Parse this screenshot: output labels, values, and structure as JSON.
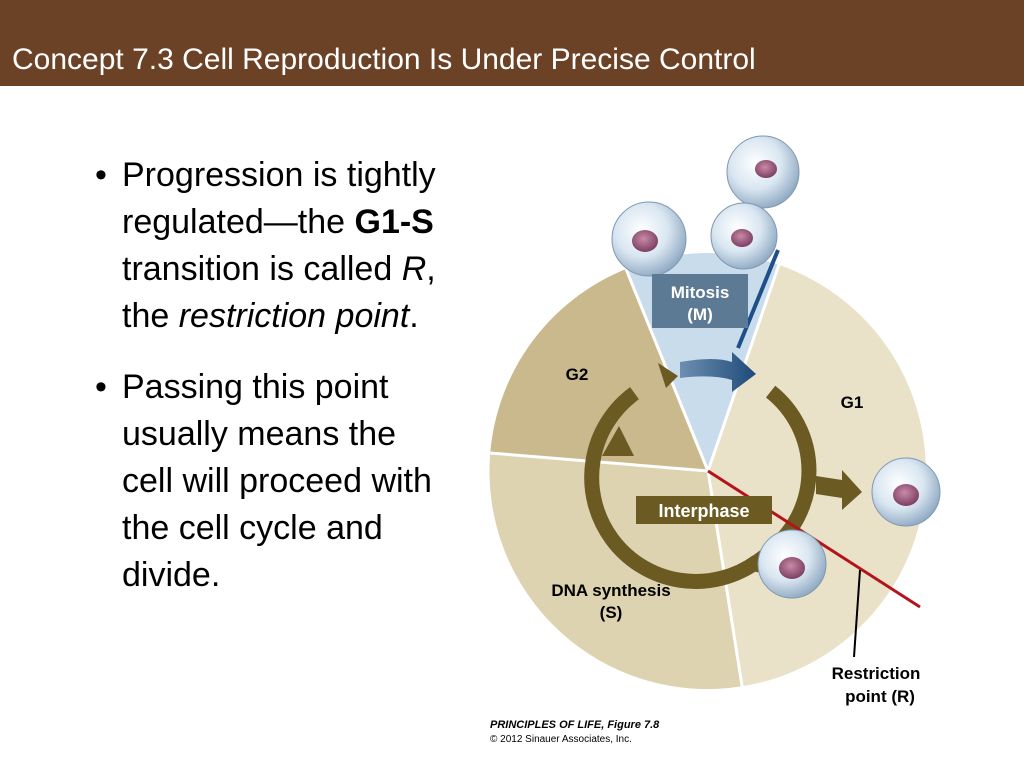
{
  "slide": {
    "title": "Concept 7.3 Cell Reproduction Is Under Precise Control"
  },
  "bullets": [
    {
      "b1_p1": "Progression is tightly regulated—the ",
      "b1_bold": "G1-S",
      "b1_p2": " transition is called ",
      "b1_r": "R",
      "b1_p3": ", the ",
      "b1_rp": "restriction point",
      "b1_p4": "."
    },
    {
      "text": "Passing this point usually means the cell will proceed with the cell cycle and divide."
    }
  ],
  "figure": {
    "mitosis_label_1": "Mitosis",
    "mitosis_label_2": "(M)",
    "g1_label": "G1",
    "g2_label": "G2",
    "s_label_1": "DNA synthesis",
    "s_label_2": "(S)",
    "interphase_label": "Interphase",
    "restriction_label_1": "Restriction",
    "restriction_label_2": "point (R)",
    "colors": {
      "g1": "#e9e2c8",
      "g2": "#c9b98d",
      "s": "#ddd3b0",
      "mitosis": "#c9dceb",
      "arrow": "#6b5a22",
      "restriction_line": "#b3141c",
      "label_box": "#5d7a95"
    }
  },
  "credit": {
    "line1": "PRINCIPLES OF LIFE, Figure 7.8",
    "line2": "© 2012 Sinauer Associates, Inc."
  }
}
